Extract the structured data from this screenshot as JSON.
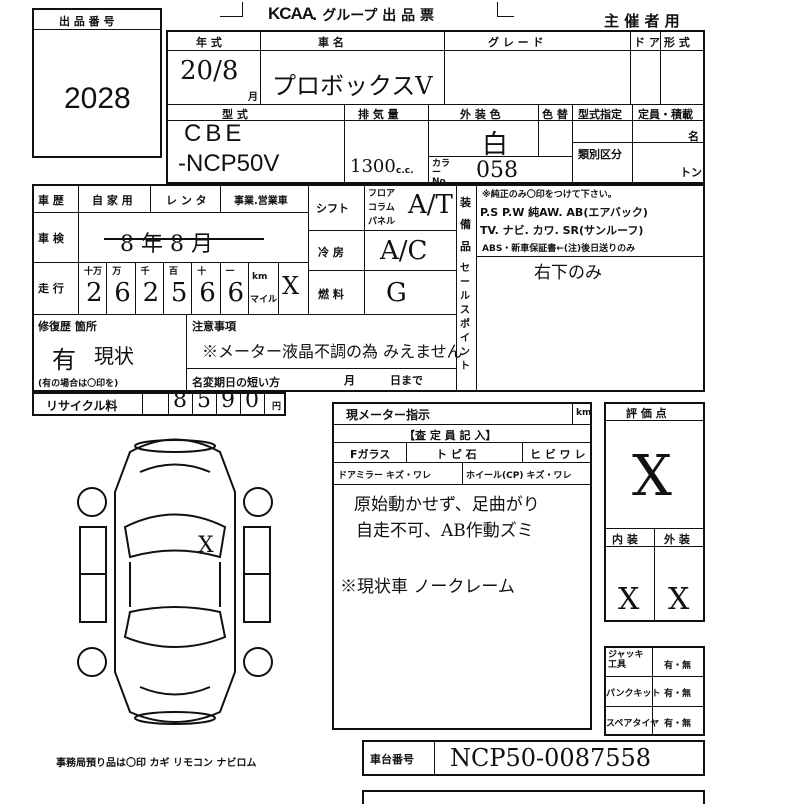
{
  "header": {
    "lot_label": "出 品 番 号",
    "lot_number": "2028",
    "brand": "KCAA",
    "group_title": ". グループ 出 品 票",
    "organizer": "主 催 者 用"
  },
  "row1": {
    "year_label": "年 式",
    "car_name_label": "車 名",
    "grade_label": "グ レ ー ド",
    "door_label": "ド ア",
    "shape_label": "形 式",
    "year_value": "20/8",
    "month_suffix": "月",
    "car_name_value": "プロボックスV"
  },
  "row2": {
    "model_label": "型 式",
    "displacement_label": "排 気 量",
    "exterior_color_label": "外 装 色",
    "color_code_label": "色 替",
    "model_spec_label": "型式指定",
    "capacity_label": "定員・積載",
    "category_label": "類別区分",
    "persons_unit": "名",
    "tons_unit": "トン",
    "model_value_1": "CBE",
    "model_value_2": "-NCP50V",
    "displacement_value": "1300",
    "displacement_unit": "c.c.",
    "color_value": "白",
    "color_no_label": "カラーNo.",
    "color_no_value": "058"
  },
  "history": {
    "car_history_label": "車 歴",
    "private_label": "自 家 用",
    "rental_label": "レ ン タ",
    "business_label": "事業.営業車",
    "inspection_label": "車 検",
    "inspection_value": "8 年 8 月",
    "mileage_label": "走 行",
    "digit_headers": [
      "十万",
      "万",
      "千",
      "百",
      "十",
      "一"
    ],
    "mileage_digits": [
      "2",
      "6",
      "2",
      "5",
      "6",
      "6"
    ],
    "km_label": "km",
    "mile_label": "マイル",
    "shift_label": "シフト",
    "shift_options": [
      "フロア",
      "コラム",
      "パネル"
    ],
    "shift_value": "A/T",
    "ac_label": "冷 房",
    "ac_value": "A/C",
    "fuel_label": "燃 料",
    "fuel_value": "G",
    "equipment_label": "装 備 品",
    "sales_point_label": "セールスポイント",
    "equip_note": "※純正のみ〇印をつけて下さい。",
    "equip_line1": "P.S P.W 純AW. AB(エアバック)",
    "equip_line2": "TV. ナビ. カワ. SR(サンルーフ)",
    "equip_line3": "ABS・新車保証書←(注)後日送りのみ",
    "sales_note": "右下のみ"
  },
  "repair": {
    "repair_label": "修復歴 箇所",
    "repair_value": "有",
    "repair_note": "現状",
    "repair_hint": "(有の場合は〇印を)",
    "notes_label": "注意事項",
    "notes_value": "※メーター液晶不調の為 みえません",
    "deadline_label": "名変期日の短い方",
    "month_label": "月",
    "day_label": "日まで"
  },
  "recycle": {
    "label": "リサイクル料",
    "digits": [
      "8",
      "5",
      "9",
      "0"
    ],
    "unit": "円"
  },
  "meter": {
    "meter_label": "現メーター指示",
    "km_label": "km",
    "appraiser_label": "【査 定 員 記 入】",
    "windshield_label": "Fガラス",
    "chip_label": "ト ピ 石",
    "crack_label": "ヒ ビ ワ レ",
    "mirror_label": "ドアミラー キズ・ワレ",
    "wheel_label": "ホイール(CP) キズ・ワレ",
    "remark1": "原始動かせず、足曲がり",
    "remark2": "自走不可、AB作動ズミ",
    "remark3": "※現状車 ノークレーム"
  },
  "score": {
    "score_label": "評 価 点",
    "interior_label": "内 装",
    "exterior_label": "外 装",
    "jack_label": "ジャッキ工具",
    "puncture_label": "パンクキット",
    "spare_label": "スペアタイヤ",
    "yes_no": "有・無"
  },
  "footer": {
    "keys_label": "事務局預り品は〇印 カギ リモコン ナビロム",
    "chassis_label": "車台番号",
    "chassis_value": "NCP50-0087558"
  }
}
